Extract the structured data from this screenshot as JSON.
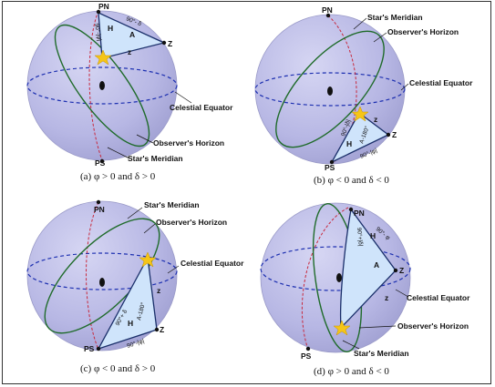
{
  "panels": [
    {
      "id": "a",
      "caption": "(a)  φ > 0 and δ > 0",
      "labels": {
        "pn": "PN",
        "ps": "PS",
        "z": "Z",
        "h": "H",
        "a": "A",
        "zz": "z",
        "arc1": "90°- δ",
        "arc2": "90°-|φ|",
        "meridian": "Star's Meridian",
        "horizon": "Observer's Horizon",
        "equator": "Celestial Equator"
      }
    },
    {
      "id": "b",
      "caption": "(b)  φ < 0 and δ < 0",
      "labels": {
        "pn": "PN",
        "ps": "PS",
        "z": "Z",
        "h": "H",
        "a": "A-180°",
        "zz": "z",
        "arc1": "90°-|δ|",
        "arc2": "90°-|φ|",
        "meridian": "Star's Meridian",
        "horizon": "Observer's Horizon",
        "equator": "Celestial Equator"
      }
    },
    {
      "id": "c",
      "caption": "(c)  φ < 0 and δ > 0",
      "labels": {
        "pn": "PN",
        "ps": "PS",
        "z": "Z",
        "h": "H",
        "a": "A-180°",
        "zz": "z",
        "arc1": "90°+ δ",
        "arc2": "90°-|φ|",
        "meridian": "Star's Meridian",
        "horizon": "Observer's Horizon",
        "equator": "Celestial Equator"
      }
    },
    {
      "id": "d",
      "caption": "(d)  φ > 0 and δ < 0",
      "labels": {
        "pn": "PN",
        "ps": "PS",
        "z": "Z",
        "h": "H",
        "a": "A",
        "zz": "z",
        "arc1": "90°+|δ|",
        "arc2": "90°- φ",
        "meridian": "Star's Meridian",
        "horizon": "Observer's Horizon",
        "equator": "Celestial Equator"
      }
    }
  ],
  "colors": {
    "sphere": "#b9b9e6",
    "sphere_edge": "#9a9ac8",
    "equator": "#1c2fb0",
    "horizon": "#1f6b2a",
    "meridian": "#c8283c",
    "triangle": "#cfe4fb",
    "triangle_edge": "#1a2f6a",
    "star": "#f5c518"
  }
}
